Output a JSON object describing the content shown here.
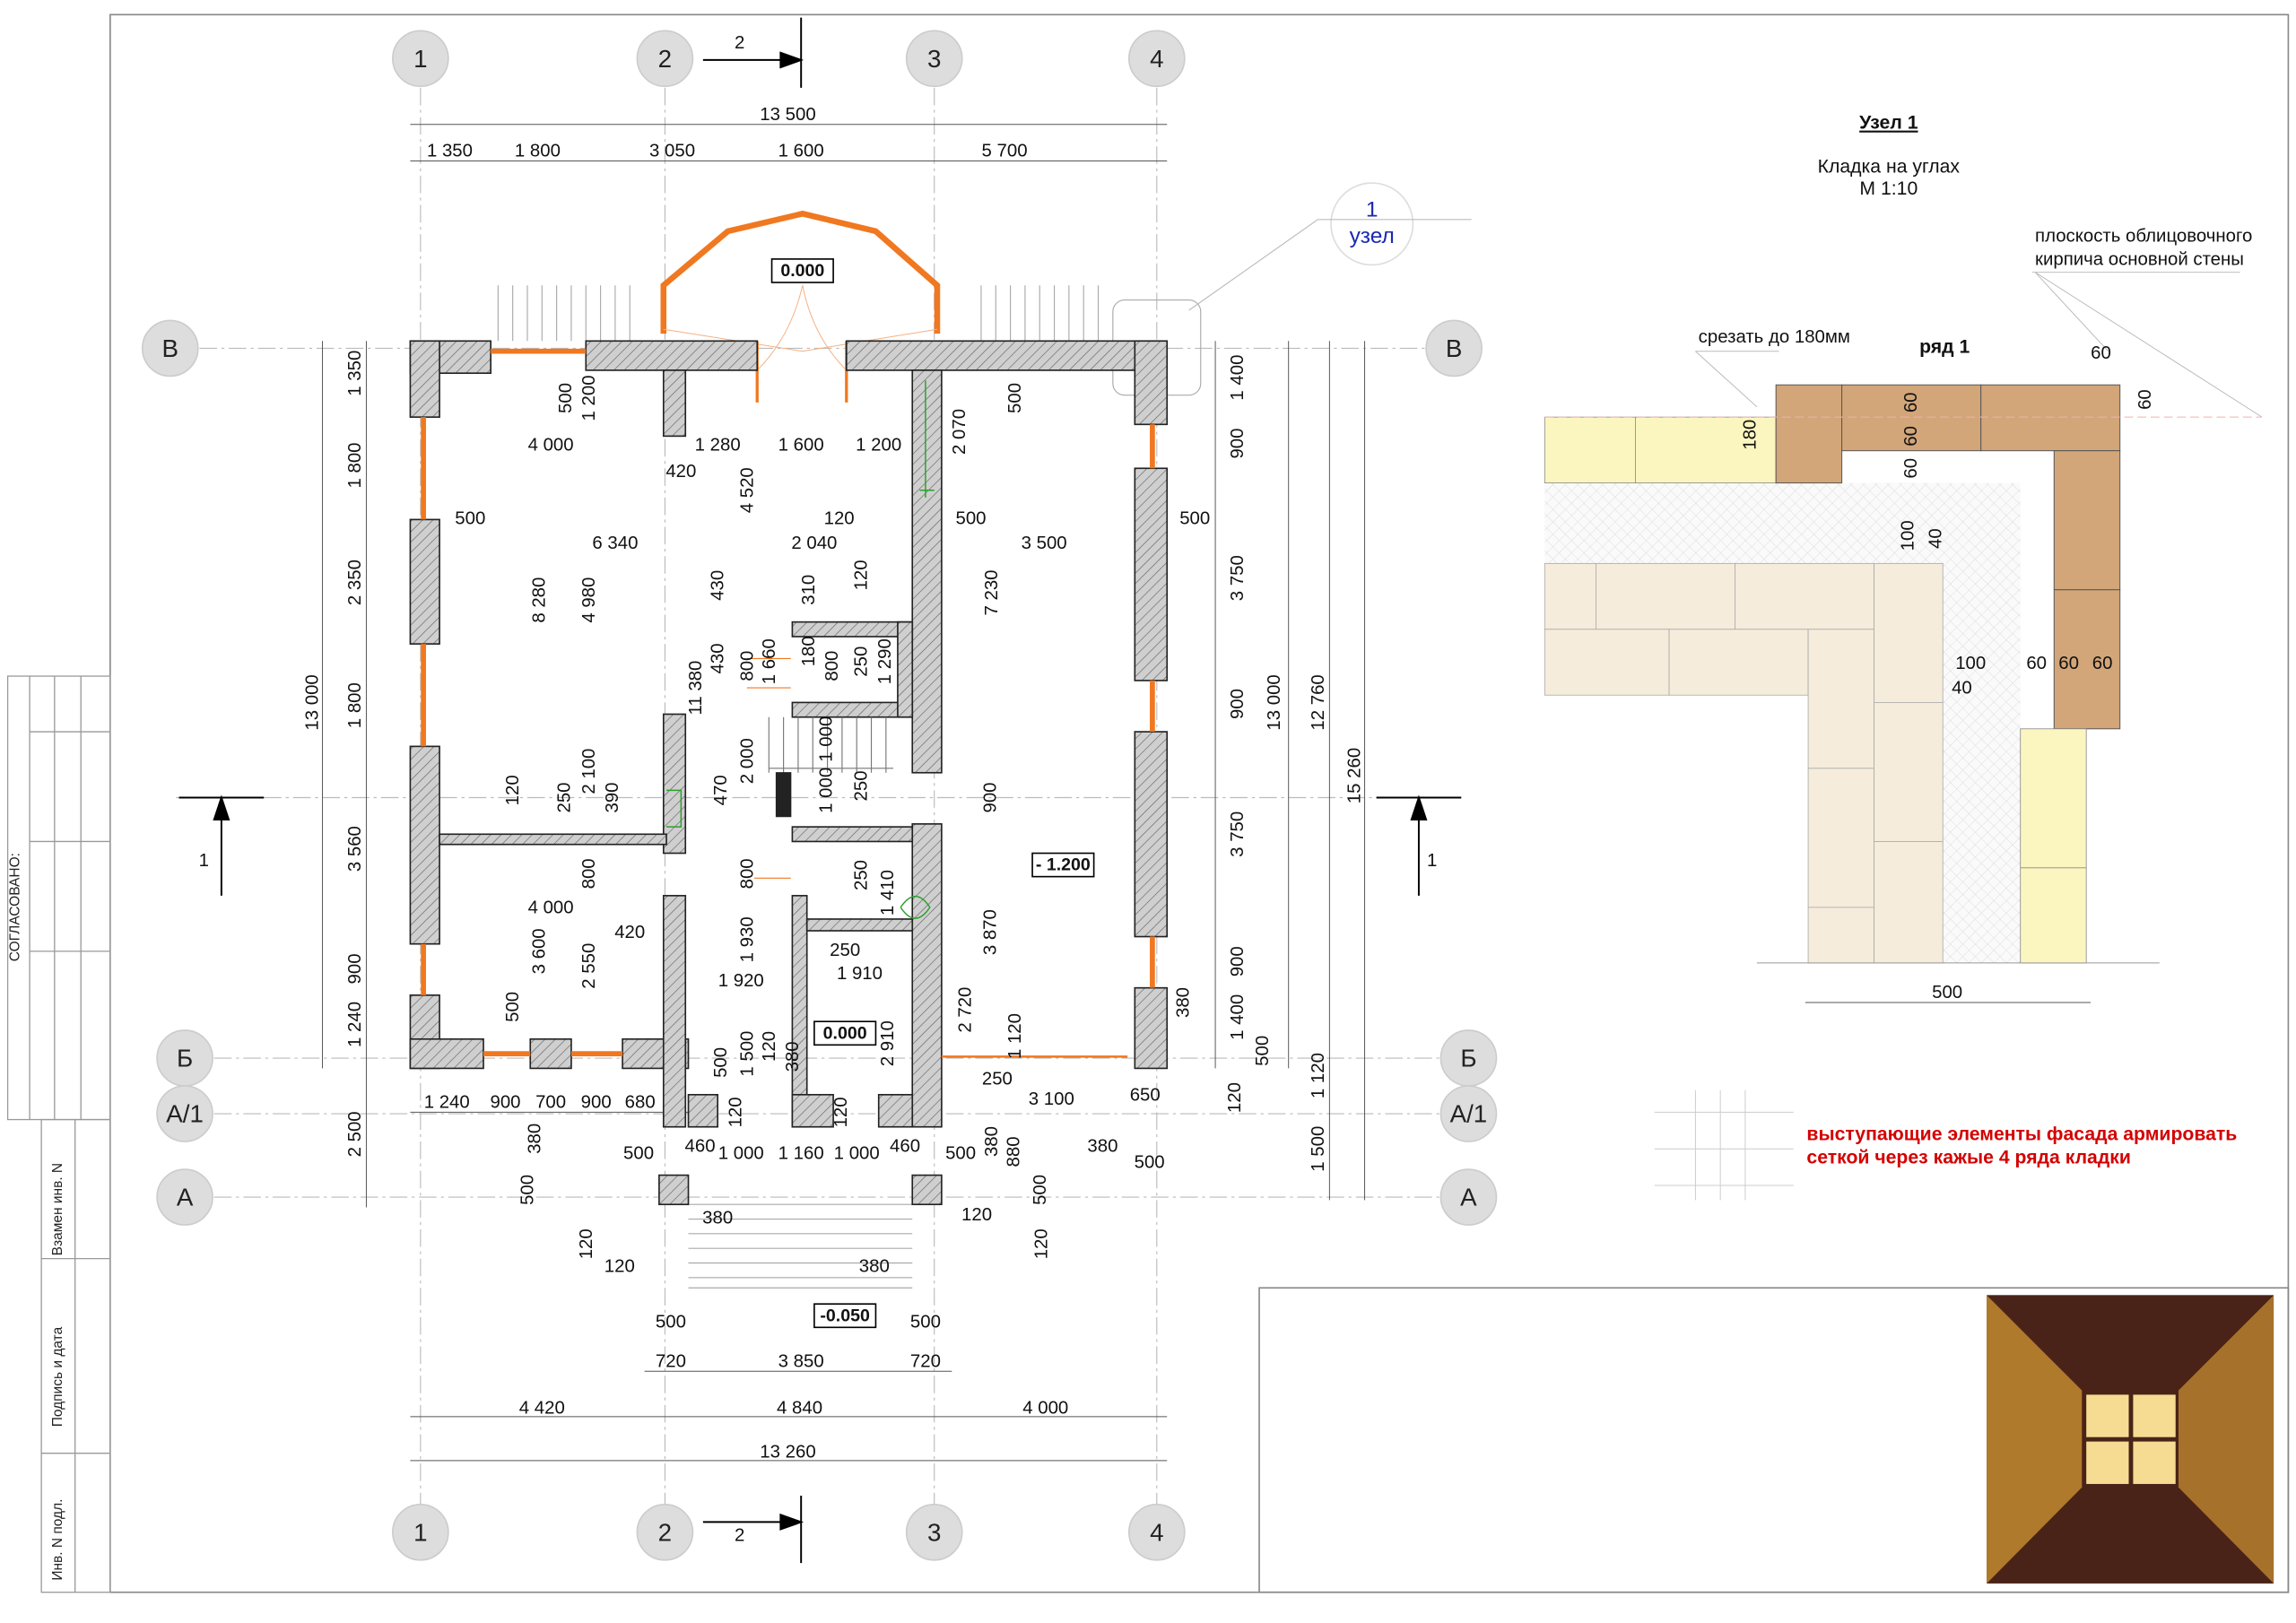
{
  "colors": {
    "wall": "#bdbdbd",
    "window": "#f07820",
    "brick_face": "#d2a679",
    "brick_yellow": "#fbf6bf",
    "brick_beige": "#f5ecdc",
    "note": "#d40000",
    "logo_dark": "#4a2318",
    "logo_gold": "#b07a2c",
    "logo_light": "#f5dc92"
  },
  "axes": {
    "vertical": [
      "1",
      "2",
      "3",
      "4"
    ],
    "horizontal": [
      "В",
      "Б",
      "А/1",
      "А"
    ]
  },
  "section_marks": {
    "top": "2",
    "bottom": "2",
    "left": "1",
    "right": "1"
  },
  "node_callout": {
    "number": "1",
    "label": "узел"
  },
  "levels": [
    "0.000",
    "- 1.200",
    "0.000",
    "-0.050"
  ],
  "dims": [
    "13 500",
    "1 350",
    "1 800",
    "3 050",
    "1 600",
    "5 700",
    "500",
    "500",
    "720",
    "3 850",
    "720",
    "4 420",
    "4 840",
    "4 000",
    "13 260",
    "1 350",
    "1 800",
    "2 350",
    "1 800",
    "13 000",
    "3 560",
    "900",
    "1 240",
    "2 500",
    "1 400",
    "900",
    "3 750",
    "900",
    "13 000",
    "12 760",
    "15 260",
    "3 750",
    "900",
    "1 400",
    "500",
    "1 120",
    "380",
    "120",
    "1 500",
    "4 000",
    "1 280",
    "1 600",
    "1 200",
    "420",
    "500",
    "6 340",
    "120",
    "2 040",
    "500",
    "3 500",
    "500",
    "8 280",
    "4 980",
    "4 520",
    "7 230",
    "2 070",
    "500",
    "1 200",
    "500",
    "430",
    "310",
    "120",
    "11 380",
    "430",
    "180",
    "800",
    "1 660",
    "800",
    "250",
    "1 290",
    "1 000",
    "2 000",
    "470",
    "1 000",
    "250",
    "900",
    "120",
    "250",
    "2 100",
    "390",
    "800",
    "800",
    "250",
    "1 410",
    "4 000",
    "420",
    "3 600",
    "2 550",
    "1 930",
    "250",
    "3 870",
    "1 920",
    "1 910",
    "500",
    "2 910",
    "2 720",
    "1 120",
    "500",
    "1 500",
    "120",
    "380",
    "250",
    "3 100",
    "650",
    "1 240",
    "900",
    "700",
    "900",
    "680",
    "380",
    "120",
    "120",
    "500",
    "460",
    "1 000",
    "1 160",
    "1 000",
    "460",
    "500",
    "380",
    "880",
    "380",
    "500",
    "500",
    "500",
    "380",
    "120",
    "120",
    "120",
    "380",
    "120"
  ],
  "detail": {
    "title": "Узел 1",
    "subtitle": "Кладка на углах",
    "scale": "М 1:10",
    "callout_line1": "плоскость облицовочного",
    "callout_line2": "кирпича основной стены",
    "cut_note": "срезать до 180мм",
    "row_label": "ряд 1",
    "dims": [
      "60",
      "60",
      "180",
      "60",
      "60",
      "60",
      "100",
      "40",
      "100",
      "40",
      "60",
      "60",
      "60",
      "500"
    ]
  },
  "reinforcement_note": {
    "line1": "выступающие элементы фасада армировать",
    "line2": "сеткой через кажые 4 ряда кладки"
  },
  "stamp": {
    "agreed": "СОГЛАСОВАНО:",
    "replaced_inv": "Взамен инв. N",
    "signature_date": "Подпись и дата",
    "inv_original": "Инв. N подл."
  }
}
